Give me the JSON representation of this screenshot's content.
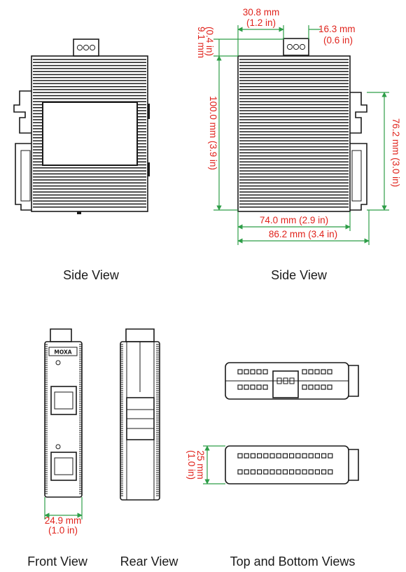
{
  "captions": {
    "side_view_left": "Side View",
    "side_view_right": "Side View",
    "front_view": "Front View",
    "rear_view": "Rear View",
    "top_bottom_views": "Top and Bottom Views"
  },
  "dimensions": {
    "width_top_mm": "30.8 mm",
    "width_top_in": "(1.2 in)",
    "offset_right_mm": "16.3 mm",
    "offset_right_in": "(0.6 in)",
    "offset_top_mm": "9.1 mm",
    "offset_top_in": "(0.4 in)",
    "height_mm_in": "100.0 mm (3.9 in)",
    "rail_height_mm_in": "76.2 mm (3.0 in)",
    "body_width": "74.0 mm (2.9 in)",
    "total_width": "86.2 mm (3.4 in)",
    "depth_mm": "24.9 mm",
    "depth_in": "(1.0 in)",
    "thickness_mm": "25 mm",
    "thickness_in": "(1.0 in)"
  },
  "labels": {
    "brand": "MOXA"
  },
  "colors": {
    "dimension_text": "#e0231c",
    "dimension_line": "#2e9e48",
    "outline": "#1a1a1a"
  }
}
